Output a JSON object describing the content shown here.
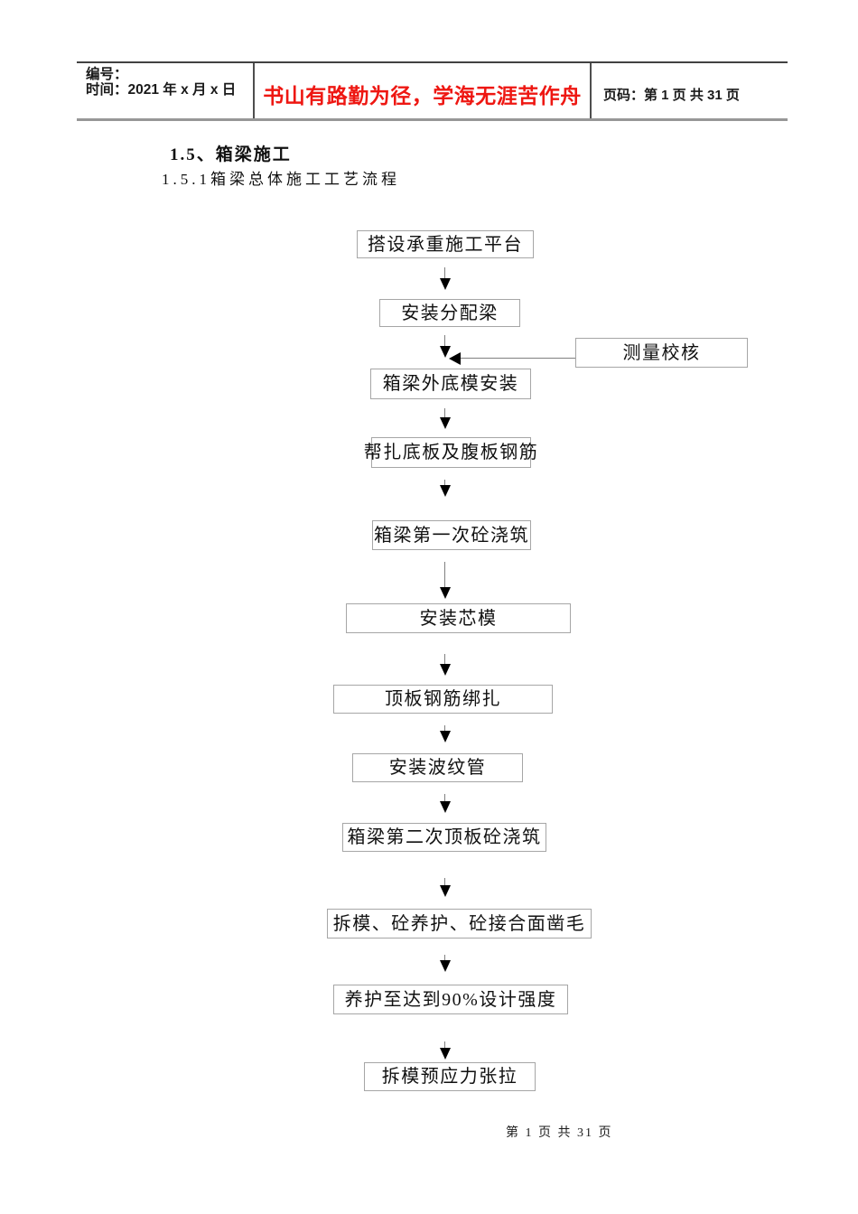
{
  "document": {
    "header": {
      "number_label": "编号：",
      "time_label": "时间：2021 年 x 月 x 日",
      "motto": "书山有路勤为径，学海无涯苦作舟",
      "page_info": "页码：第 1 页  共 31 页"
    },
    "title": "1.5、箱梁施工",
    "subtitle": "1.5.1箱梁总体施工工艺流程",
    "footer": "第 1 页 共 31 页"
  },
  "flowchart": {
    "boxes": [
      "搭设承重施工平台",
      "安装分配梁",
      "箱梁外底模安装",
      "帮扎底板及腹板钢筋",
      "箱梁第一次砼浇筑",
      "安装芯模",
      "顶板钢筋绑扎",
      "安装波纹管",
      "箱梁第二次顶板砼浇筑",
      "拆模、砼养护、砼接合面凿毛",
      "养护至达到90%设计强度",
      "拆模预应力张拉"
    ],
    "side_box": "测量校核"
  },
  "colors": {
    "motto_red": "#ee1712",
    "box_border": "#a6a6a6",
    "arrow_line": "#7f7f7f",
    "arrow_head": "#000000",
    "table_border_dark": "#414141",
    "table_border_gray": "#979797"
  }
}
